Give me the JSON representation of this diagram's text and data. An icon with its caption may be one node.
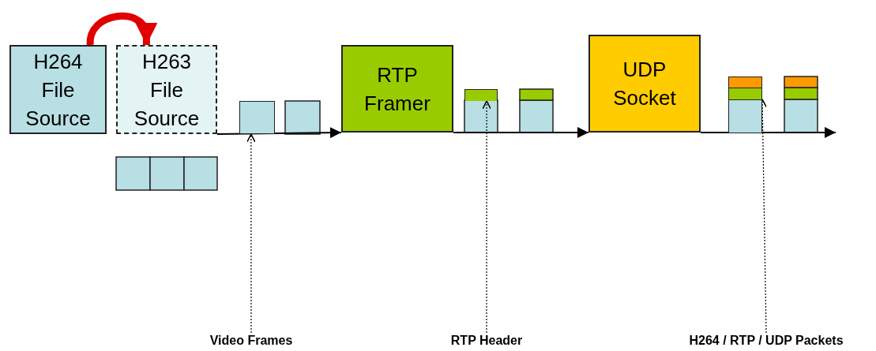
{
  "diagram": {
    "nodes": [
      {
        "text": [
          "H264 File Source"
        ]
      },
      {
        "text": [
          "H263 File Source"
        ]
      },
      {
        "text": [
          "RTP Framer"
        ]
      },
      {
        "text": [
          "UDP Socket"
        ]
      },
      {
        "text": [
          "Video Frames"
        ]
      },
      {
        "text": [
          "RTP Header"
        ]
      },
      {
        "text": [
          "H264 / RTP / UDP Packets"
        ]
      },
      {
        "text": [],
        "shape": "box"
      },
      {
        "text": [],
        "shape": "bar"
      },
      {
        "text": [],
        "shape": "box"
      }
    ],
    "edges": [
      {
        "from": 0,
        "to": 1,
        "arrow": "to",
        "style": "thick",
        "color": "#e00000"
      },
      {
        "from": 1,
        "to": 2,
        "arrow": "to"
      },
      {
        "from": 2,
        "to": 3,
        "arrow": "to"
      },
      {
        "from": 3,
        "to": null,
        "arrow": "to"
      },
      {
        "from": 4,
        "to": 7,
        "arrow": "to",
        "style": "dashed"
      },
      {
        "from": 5,
        "to": 8,
        "arrow": "to",
        "style": "dashed"
      },
      {
        "from": 6,
        "to": 9,
        "arrow": "to",
        "style": "dashed"
      }
    ]
  }
}
